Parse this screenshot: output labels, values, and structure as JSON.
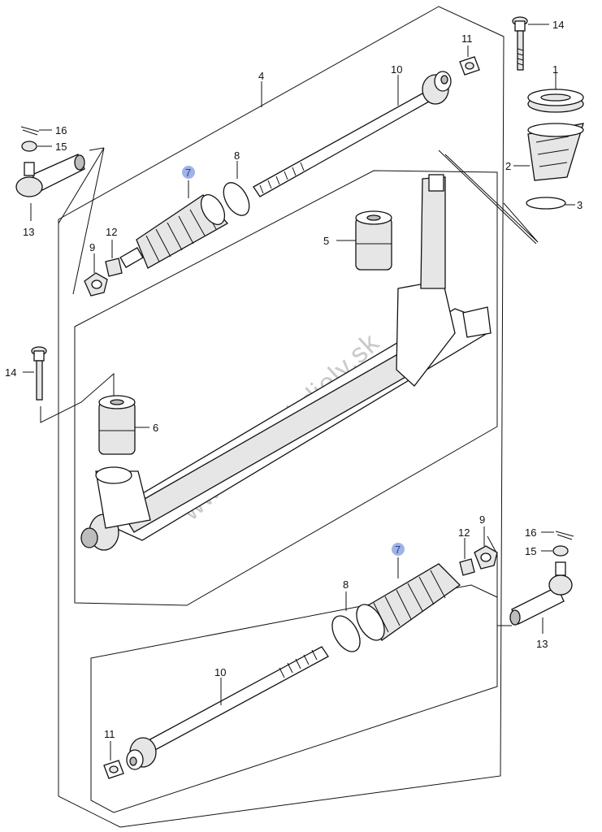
{
  "watermark": "www.suzuki-diely.sk",
  "labels": {
    "p1": "1",
    "p2": "2",
    "p3": "3",
    "p4": "4",
    "p5": "5",
    "p6": "6",
    "p7_top": "7",
    "p7_bottom": "7",
    "p8_top": "8",
    "p8_bottom": "8",
    "p9_top": "9",
    "p9_bottom": "9",
    "p10_top": "10",
    "p10_bottom": "10",
    "p11_top": "11",
    "p11_bottom": "11",
    "p12_top": "12",
    "p12_bottom": "12",
    "p13_left": "13",
    "p13_right": "13",
    "p14_top": "14",
    "p14_left": "14",
    "p15_left": "15",
    "p15_right": "15",
    "p16_left": "16",
    "p16_right": "16"
  },
  "colors": {
    "callout_marker": "#9fb3e6",
    "line": "#111111",
    "watermark": "#c9c9c9"
  }
}
